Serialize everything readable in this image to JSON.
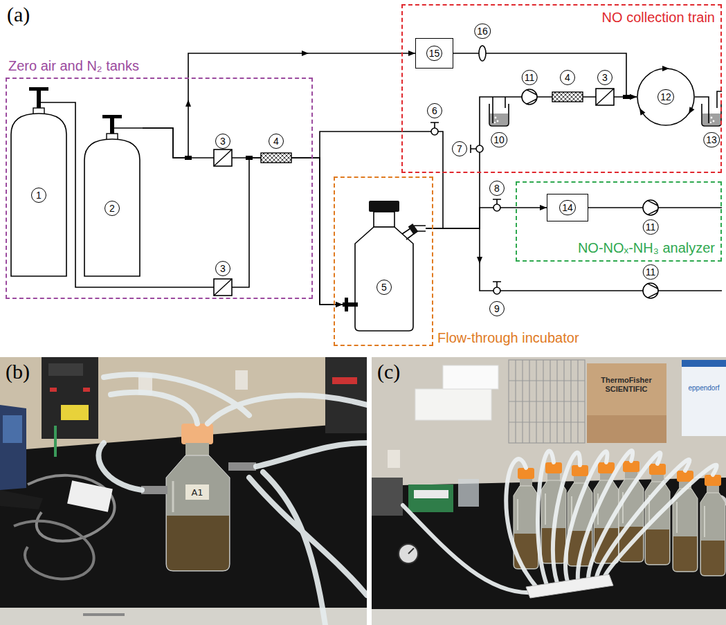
{
  "diagram": {
    "nodes": [
      {
        "text": [
          "Zero air and N₂ tanks"
        ]
      },
      {
        "text": [
          "1"
        ],
        "in": 0
      },
      {
        "text": [
          "2"
        ],
        "in": 0
      },
      {
        "text": [
          "NO collection train"
        ]
      },
      {
        "text": [
          "15"
        ],
        "in": 3
      },
      {
        "text": [
          "12"
        ],
        "in": 3
      },
      {
        "text": [
          "Flow-through incubator"
        ]
      },
      {
        "text": [
          "5"
        ],
        "in": 6
      },
      {
        "text": [
          "NO-NOₓ-NH₃ analyzer"
        ]
      },
      {
        "text": [
          "14"
        ],
        "in": 8
      }
    ],
    "edges": [
      {
        "from": 2,
        "to": 4,
        "arrow": "to"
      },
      {
        "from": 4,
        "to": 5,
        "arrow": "to"
      },
      {
        "from": 1,
        "to": 7,
        "arrow": "to"
      },
      {
        "from": 2,
        "to": 7,
        "arrow": "to"
      },
      {
        "from": 7,
        "to": 9,
        "arrow": "to"
      },
      {
        "from": 7,
        "to": 5,
        "arrow": "to"
      }
    ],
    "labels": [
      "(a)",
      "3",
      "3",
      "4",
      "16",
      "11",
      "4",
      "3",
      "10",
      "13",
      "6",
      "7",
      "8",
      "11",
      "9",
      "11",
      "(b)",
      "(c)",
      "A1",
      "ThermoFisher SCIENTIFIC",
      "eppendorf"
    ]
  }
}
